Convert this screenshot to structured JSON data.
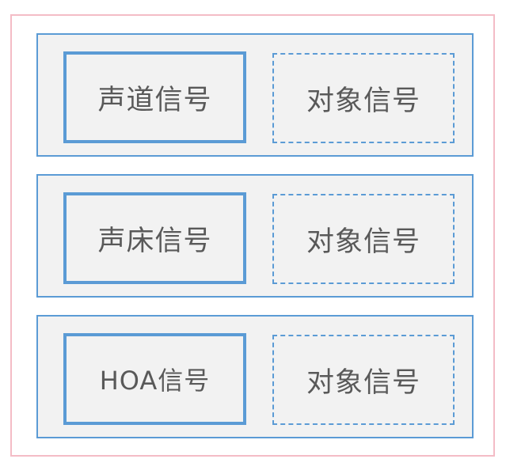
{
  "diagram": {
    "colors": {
      "outer_border": "#f4bcc6",
      "group_border": "#5b9bd5",
      "fill": "#f2f2f2",
      "text": "#595959"
    },
    "rows": [
      {
        "primary": "声道信号",
        "secondary": "对象信号"
      },
      {
        "primary": "声床信号",
        "secondary": "对象信号"
      },
      {
        "primary": "HOA信号",
        "secondary": "对象信号"
      }
    ]
  }
}
